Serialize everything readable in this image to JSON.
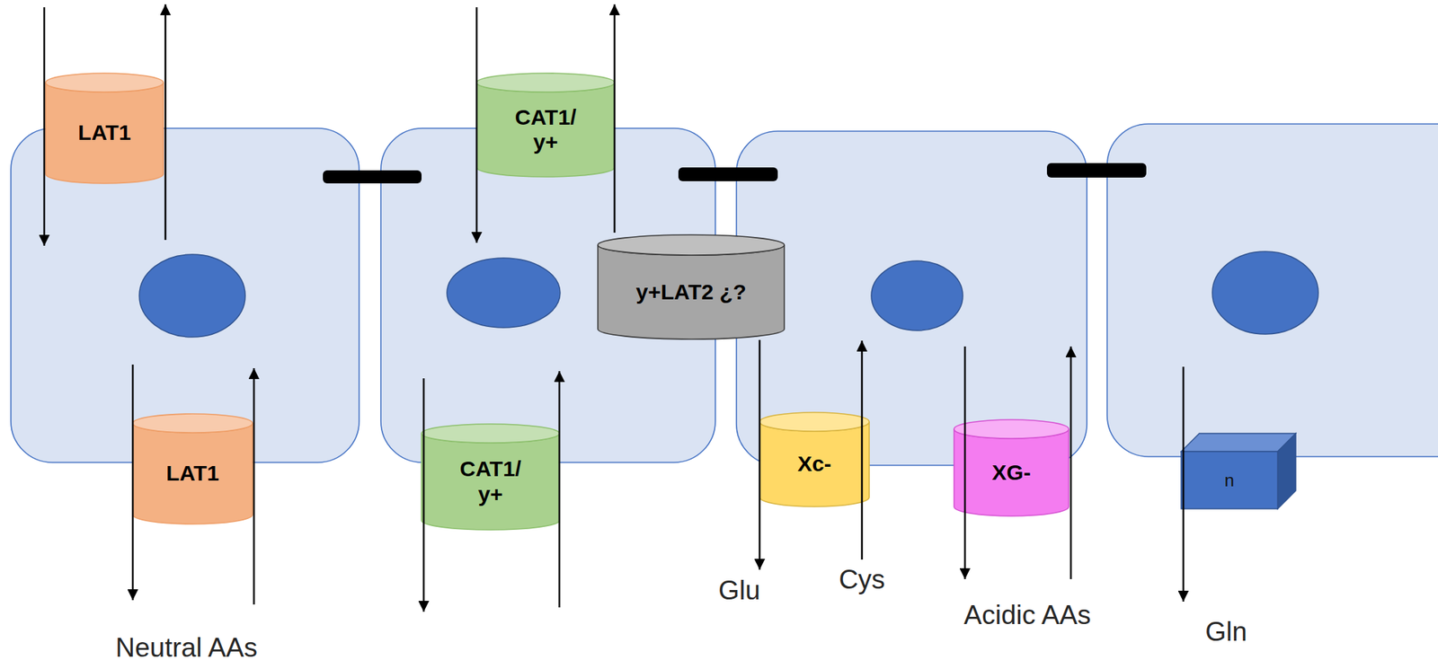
{
  "diagram": {
    "nodes": [
      {
        "text": [
          "LAT1"
        ]
      },
      {
        "text": [
          "CAT1/ y+"
        ]
      },
      {
        "text": [
          "y+LAT2 ¿?"
        ]
      },
      {
        "text": [
          "LAT1"
        ]
      },
      {
        "text": [
          "CAT1/ y+"
        ]
      },
      {
        "text": [
          "Xc-"
        ]
      },
      {
        "text": [
          "XG-"
        ]
      },
      {
        "text": [
          "n"
        ]
      }
    ],
    "labels": [
      "Neutral AAs",
      "Glu",
      "Cys",
      "Acidic AAs",
      "Gln"
    ]
  }
}
